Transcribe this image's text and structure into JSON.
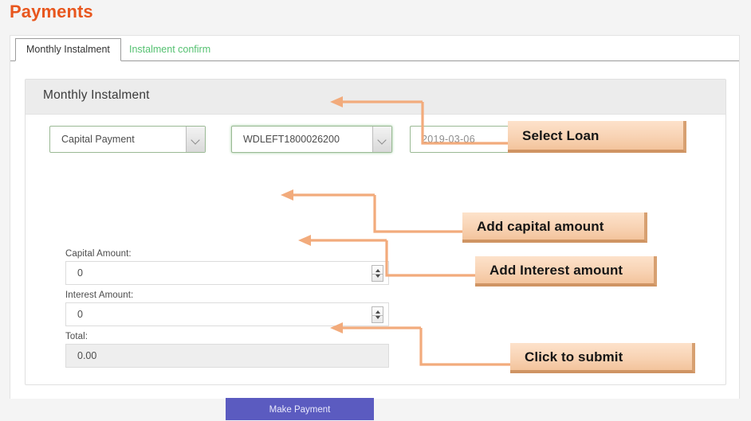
{
  "page": {
    "title": "Payments"
  },
  "tabs": [
    {
      "label": "Monthly Instalment",
      "active": true
    },
    {
      "label": "Instalment confirm",
      "active": false
    }
  ],
  "panel": {
    "heading": "Monthly Instalment"
  },
  "selects": {
    "payment_type": {
      "value": "Capital Payment",
      "icon": "chevron-down-icon"
    },
    "loan_reference": {
      "value": "WDLEFT1800026200",
      "icon": "chevron-down-icon"
    },
    "date": {
      "value": "2019-03-06"
    }
  },
  "amounts": {
    "capital_label": "Capital Amount:",
    "capital_value": "0",
    "interest_label": "Interest Amount:",
    "interest_value": "0",
    "total_label": "Total:",
    "total_value": "0.00"
  },
  "actions": {
    "submit_label": "Make Payment"
  },
  "annotations": [
    {
      "id": "select-loan",
      "text": "Select Loan"
    },
    {
      "id": "add-capital",
      "text": "Add capital amount"
    },
    {
      "id": "add-interest",
      "text": "Add Interest amount"
    },
    {
      "id": "click-submit",
      "text": "Click to submit"
    }
  ],
  "colors": {
    "title": "#e8561d",
    "tab_inactive": "#55c171",
    "submit_button": "#5b5bc0",
    "callout_fill": "#f8d3b4",
    "arrow": "#f2ab7c",
    "select_border": "#9ab994"
  }
}
